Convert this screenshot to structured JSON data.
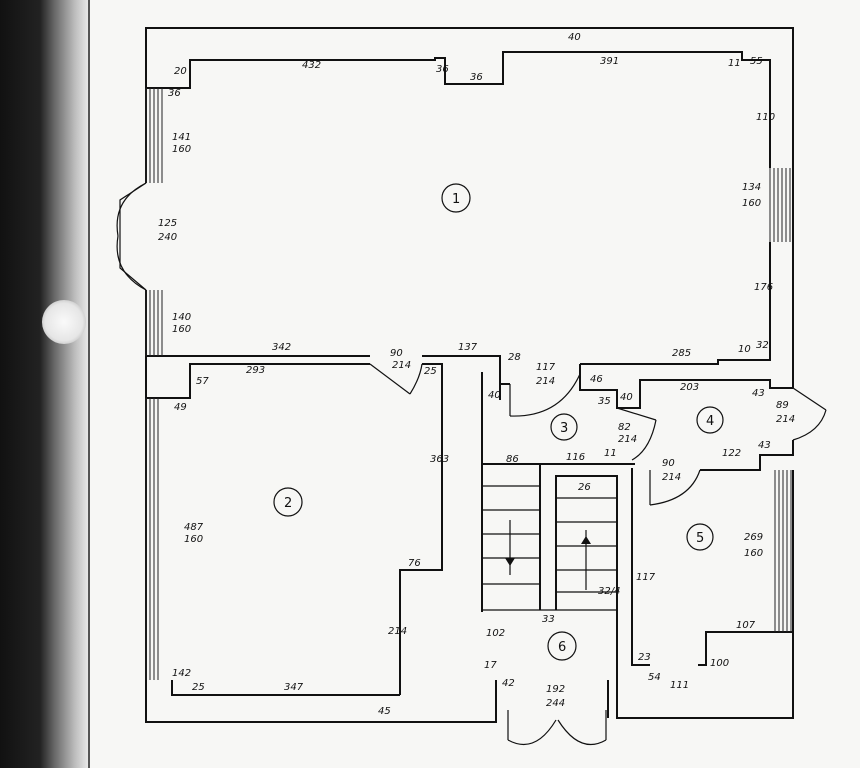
{
  "rooms": [
    "1",
    "2",
    "3",
    "4",
    "5",
    "6"
  ],
  "dims": {
    "top_432": "432",
    "top_391": "391",
    "top_40": "40",
    "top_36": "36",
    "top_36b": "36",
    "top_20": "20",
    "top_55": "55",
    "top_11": "11",
    "left_36": "36",
    "win1_w": "141",
    "win1_h": "160",
    "door_main_w": "125",
    "door_main_h": "240",
    "win2_w": "140",
    "win2_h": "160",
    "r_110": "110",
    "win_r_w": "134",
    "win_r_h": "160",
    "r_176": "176",
    "d_342": "342",
    "d_293": "293",
    "door2_w": "90",
    "door2_h": "214",
    "d_137": "137",
    "d_25": "25",
    "d_57": "57",
    "d_49": "49",
    "win3_w": "487",
    "win3_h": "160",
    "d_363": "363",
    "d_76": "76",
    "d_214": "214",
    "d_142": "142",
    "d_25b": "25",
    "d_347": "347",
    "d_45": "45",
    "d_28": "28",
    "door3_w": "117",
    "door3_h": "214",
    "d_40": "40",
    "d_285": "285",
    "d_10": "10",
    "d_32": "32",
    "d_46": "46",
    "d_35": "35",
    "d_40b": "40",
    "d_203": "203",
    "d_43": "43",
    "door4_w": "82",
    "door4_h": "214",
    "door5_w": "89",
    "door5_h": "214",
    "d_122": "122",
    "d_43b": "43",
    "d_11": "11",
    "d_86": "86",
    "d_116": "116",
    "d_26": "26",
    "door6_w": "90",
    "door6_h": "214",
    "win5_w": "269",
    "win5_h": "160",
    "d_117": "117",
    "d_324": "32/4",
    "d_33": "33",
    "d_102": "102",
    "d_17": "17",
    "d_42": "42",
    "door_front_w": "192",
    "door_front_h": "244",
    "d_107": "107",
    "d_100": "100",
    "d_23": "23",
    "d_54": "54",
    "d_111": "111"
  }
}
